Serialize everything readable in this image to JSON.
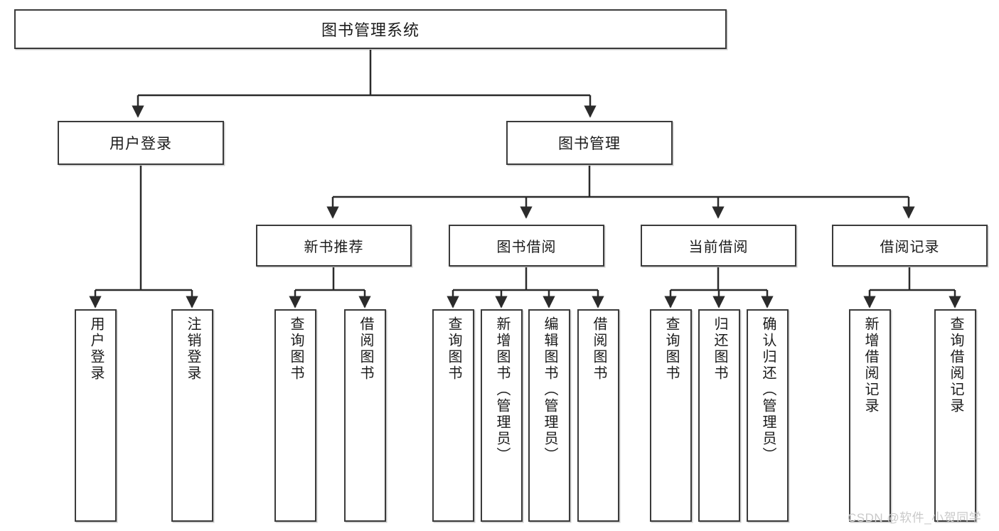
{
  "diagram": {
    "title": "图书管理系统",
    "type": "hierarchy-tree",
    "watermark": "CSDN @软件_小贺同学",
    "colors": {
      "box_border": "#3b3b3b",
      "box_fill": "#ffffff",
      "connector": "#2b2b2b",
      "text": "#1b1b1b",
      "watermark": "#c9c9c9"
    },
    "root": {
      "label": "图书管理系统"
    },
    "level1": [
      {
        "label": "用户登录"
      },
      {
        "label": "图书管理"
      }
    ],
    "level2": [
      {
        "label": "新书推荐"
      },
      {
        "label": "图书借阅"
      },
      {
        "label": "当前借阅"
      },
      {
        "label": "借阅记录"
      }
    ],
    "leaves": {
      "user_login": [
        {
          "label": "用户登录"
        },
        {
          "label": "注销登录"
        }
      ],
      "new_book_recommend": [
        {
          "label": "查询图书"
        },
        {
          "label": "借阅图书"
        }
      ],
      "book_borrow": [
        {
          "label": "查询图书"
        },
        {
          "label": "新增图书（管理员）"
        },
        {
          "label": "编辑图书（管理员）"
        },
        {
          "label": "借阅图书"
        }
      ],
      "current_borrow": [
        {
          "label": "查询图书"
        },
        {
          "label": "归还图书"
        },
        {
          "label": "确认归还（管理员）"
        }
      ],
      "borrow_record": [
        {
          "label": "新增借阅记录"
        },
        {
          "label": "查询借阅记录"
        }
      ]
    }
  }
}
